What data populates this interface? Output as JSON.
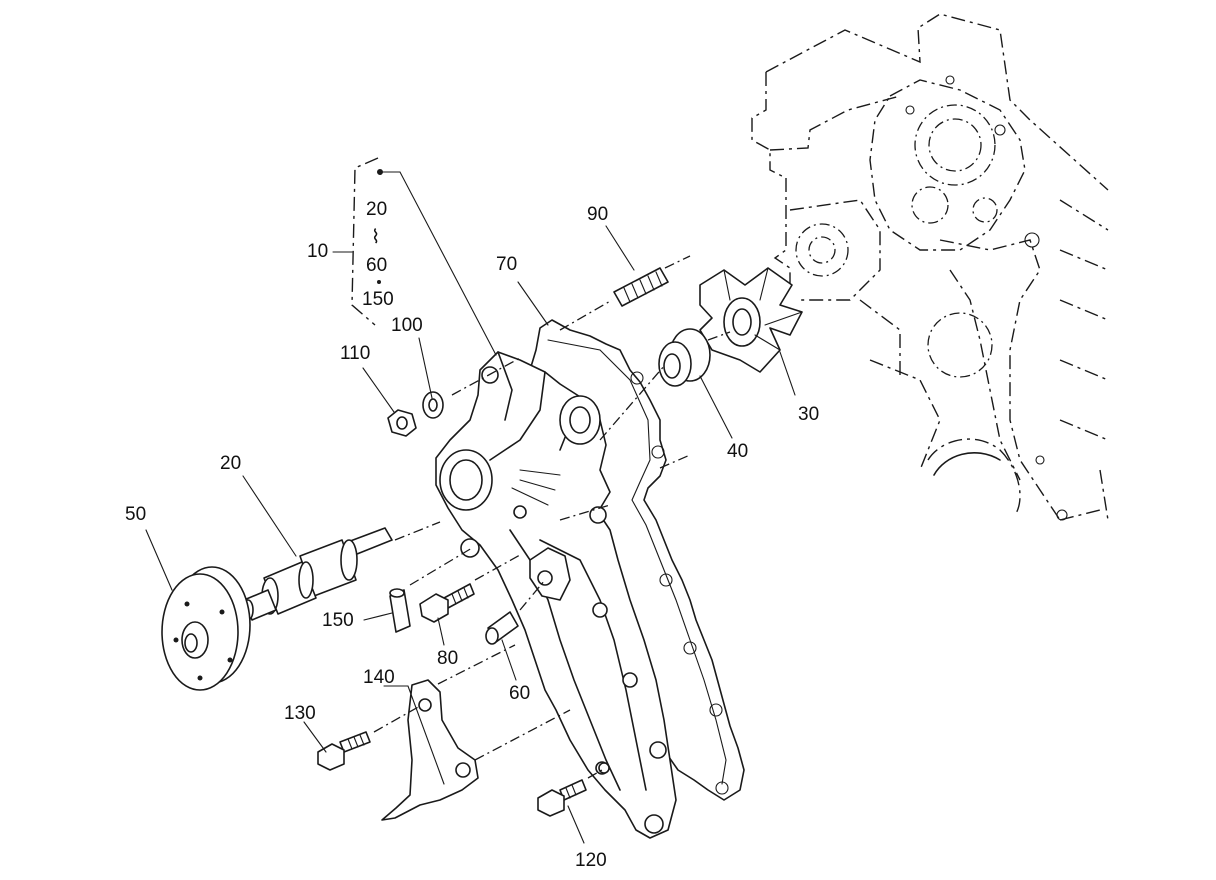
{
  "callouts": {
    "c10": "10",
    "c20": "20",
    "c30": "30",
    "c40": "40",
    "c50": "50",
    "c60": "60",
    "c70": "70",
    "c80": "80",
    "c90": "90",
    "c100": "100",
    "c110": "110",
    "c120": "120",
    "c130": "130",
    "c140": "140",
    "c150": "150"
  },
  "kit_bracket": {
    "first": "20",
    "range_symbol": "⌇",
    "last": "60",
    "extra": "150"
  }
}
